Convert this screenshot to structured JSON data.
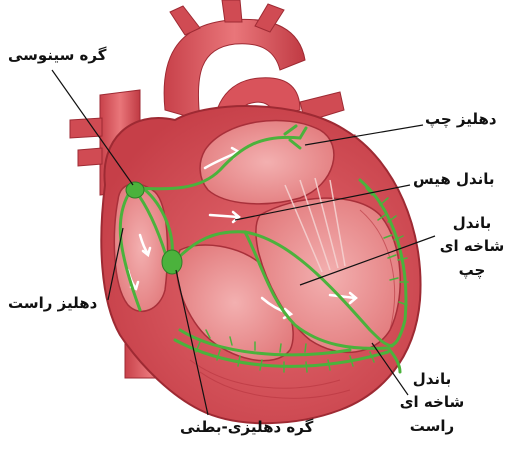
{
  "labels": {
    "sa_node": "گره سینوسی",
    "left_atrium": "دهلیز چپ",
    "bundle_his": "باندل هیس",
    "left_branch_1": "باندل",
    "left_branch_2": "شاخه ای",
    "left_branch_3": "چپ",
    "right_atrium": "دهلیز راست",
    "right_branch_1": "باندل",
    "right_branch_2": "شاخه ای",
    "right_branch_3": "راست",
    "av_node": "گره دهلیزی-بطنی"
  },
  "colors": {
    "heart_base": "#d9535b",
    "heart_dark": "#b8323b",
    "heart_light": "#f0a4a6",
    "chamber": "#e8797c",
    "conduction": "#4bb23c",
    "leader": "#111111"
  }
}
